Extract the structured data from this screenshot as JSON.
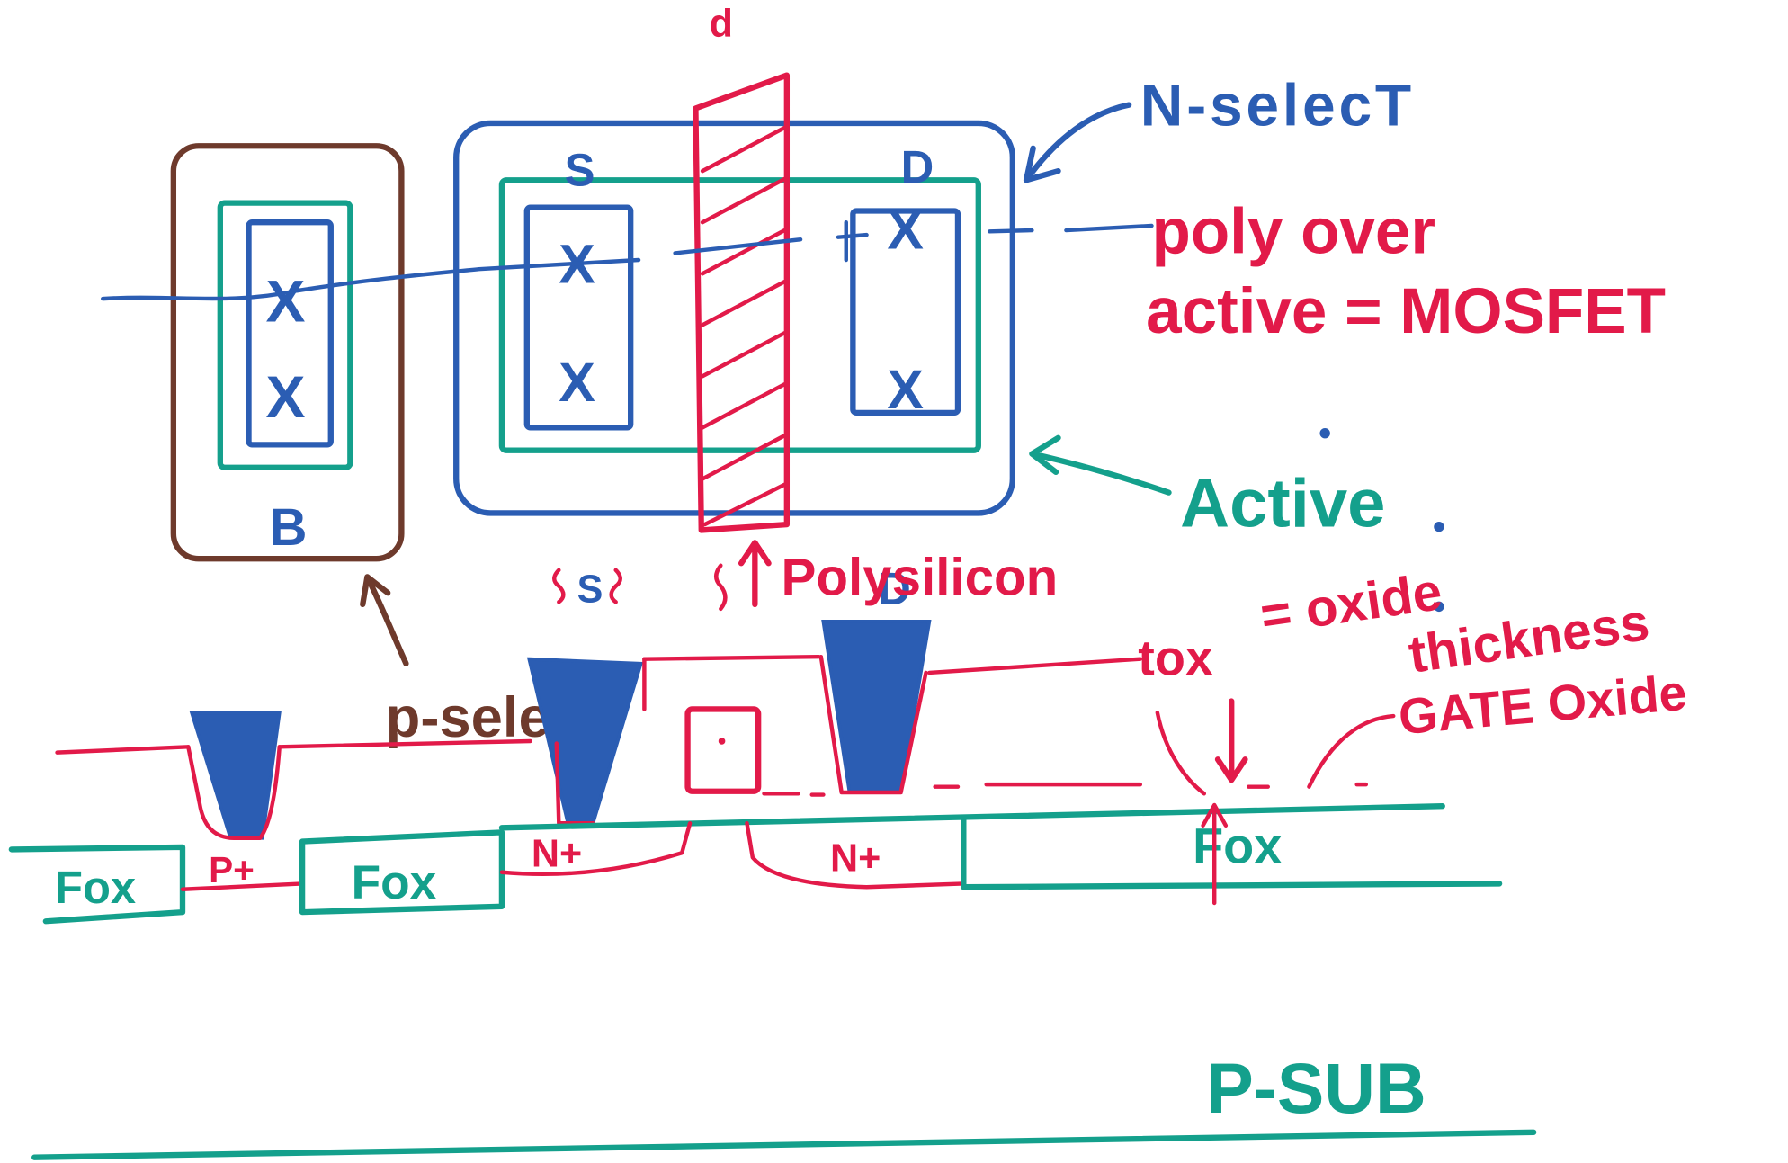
{
  "colors": {
    "red": "#e21a49",
    "blue": "#2b5db3",
    "teal": "#14a08c",
    "brown": "#6e3a2c",
    "background": "#ffffff"
  },
  "layout_view": {
    "top_mark": "d",
    "n_select": "N-selecT",
    "source": "S",
    "drain": "D",
    "body": "B",
    "contacts": [
      "X",
      "X",
      "X",
      "X",
      "X",
      "X"
    ]
  },
  "annotations": {
    "poly_over_active": [
      "poly over",
      "active = MOSFET"
    ],
    "active": "Active",
    "polysilicon": "Polysilicon",
    "p_select": "p-select",
    "tox": "tox",
    "oxide_thickness": [
      "= oxide",
      "thickness"
    ],
    "gate_oxide": "GATE Oxide"
  },
  "cross_section": {
    "source": "S",
    "drain": "D",
    "regions": [
      "Fox",
      "P+",
      "Fox",
      "N+",
      "N+",
      "Fox"
    ],
    "substrate": "P-SUB"
  }
}
